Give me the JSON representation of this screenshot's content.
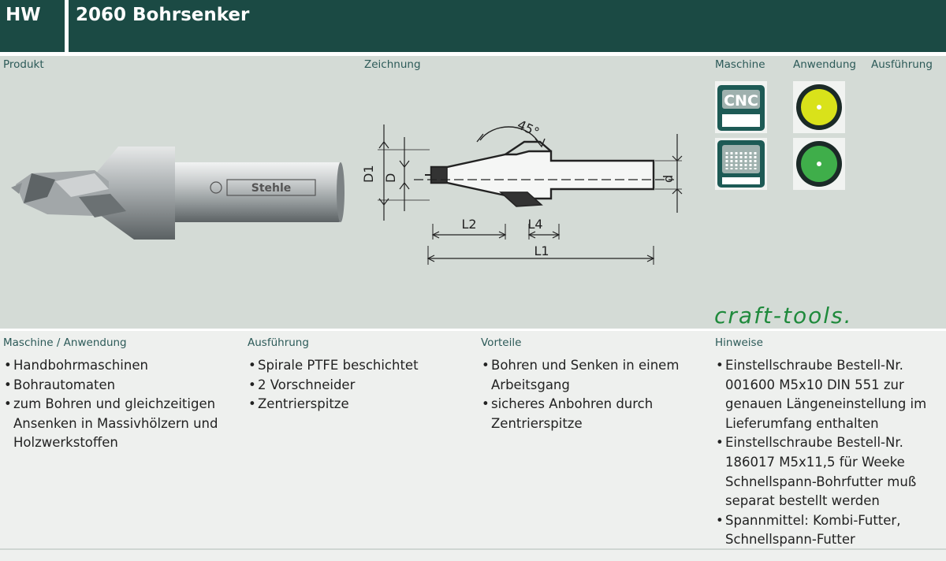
{
  "header": {
    "code": "HW",
    "title": "2060 Bohrsenker"
  },
  "labels": {
    "produkt": "Produkt",
    "zeichnung": "Zeichnung",
    "maschine": "Maschine",
    "anwendung": "Anwendung",
    "ausfuehrung": "Ausführung"
  },
  "product": {
    "brand_engraving": "Stehle"
  },
  "drawing": {
    "angle": "45°",
    "D1": "D1",
    "D": "D",
    "d": "d",
    "L1": "L1",
    "L2": "L2",
    "L4": "L4"
  },
  "icons": {
    "cnc_text": "CNC",
    "cnc_icon": "cnc-machine-icon",
    "auto_icon": "automatic-machine-icon",
    "yellow_icon": "saw-blade-yellow-icon",
    "green_icon": "saw-blade-green-icon"
  },
  "brand": "craft-tools.",
  "colors": {
    "header": "#1b4a44",
    "panel": "#d4dbd6",
    "label": "#2c5a58",
    "brand": "#1f8a3c",
    "icon_yellow": "#d9e21a",
    "icon_green": "#3fae4a",
    "icon_machine": "#1d5a55"
  },
  "sections": {
    "maschine": {
      "title": "Maschine / Anwendung",
      "items": [
        "Handbohrmaschinen",
        "Bohrautomaten",
        "zum Bohren und gleichzeitigen Ansenken in Massivhölzern und Holzwerkstoffen"
      ]
    },
    "ausfuehrung": {
      "title": "Ausführung",
      "items": [
        "Spirale PTFE beschichtet",
        "2 Vorschneider",
        "Zentrierspitze"
      ]
    },
    "vorteile": {
      "title": "Vorteile",
      "items": [
        "Bohren und Senken in einem Arbeitsgang",
        "sicheres Anbohren durch Zentrierspitze"
      ]
    },
    "hinweise": {
      "title": "Hinweise",
      "items": [
        "Einstellschraube Bestell-Nr. 001600 M5x10 DIN 551 zur genauen Längeneinstellung im Lieferumfang enthalten",
        "Einstellschraube Bestell-Nr. 186017 M5x11,5 für Weeke Schnellspann-Bohrfutter muß separat bestellt werden",
        "Spannmittel: Kombi-Futter, Schnellspann-Futter"
      ]
    }
  }
}
